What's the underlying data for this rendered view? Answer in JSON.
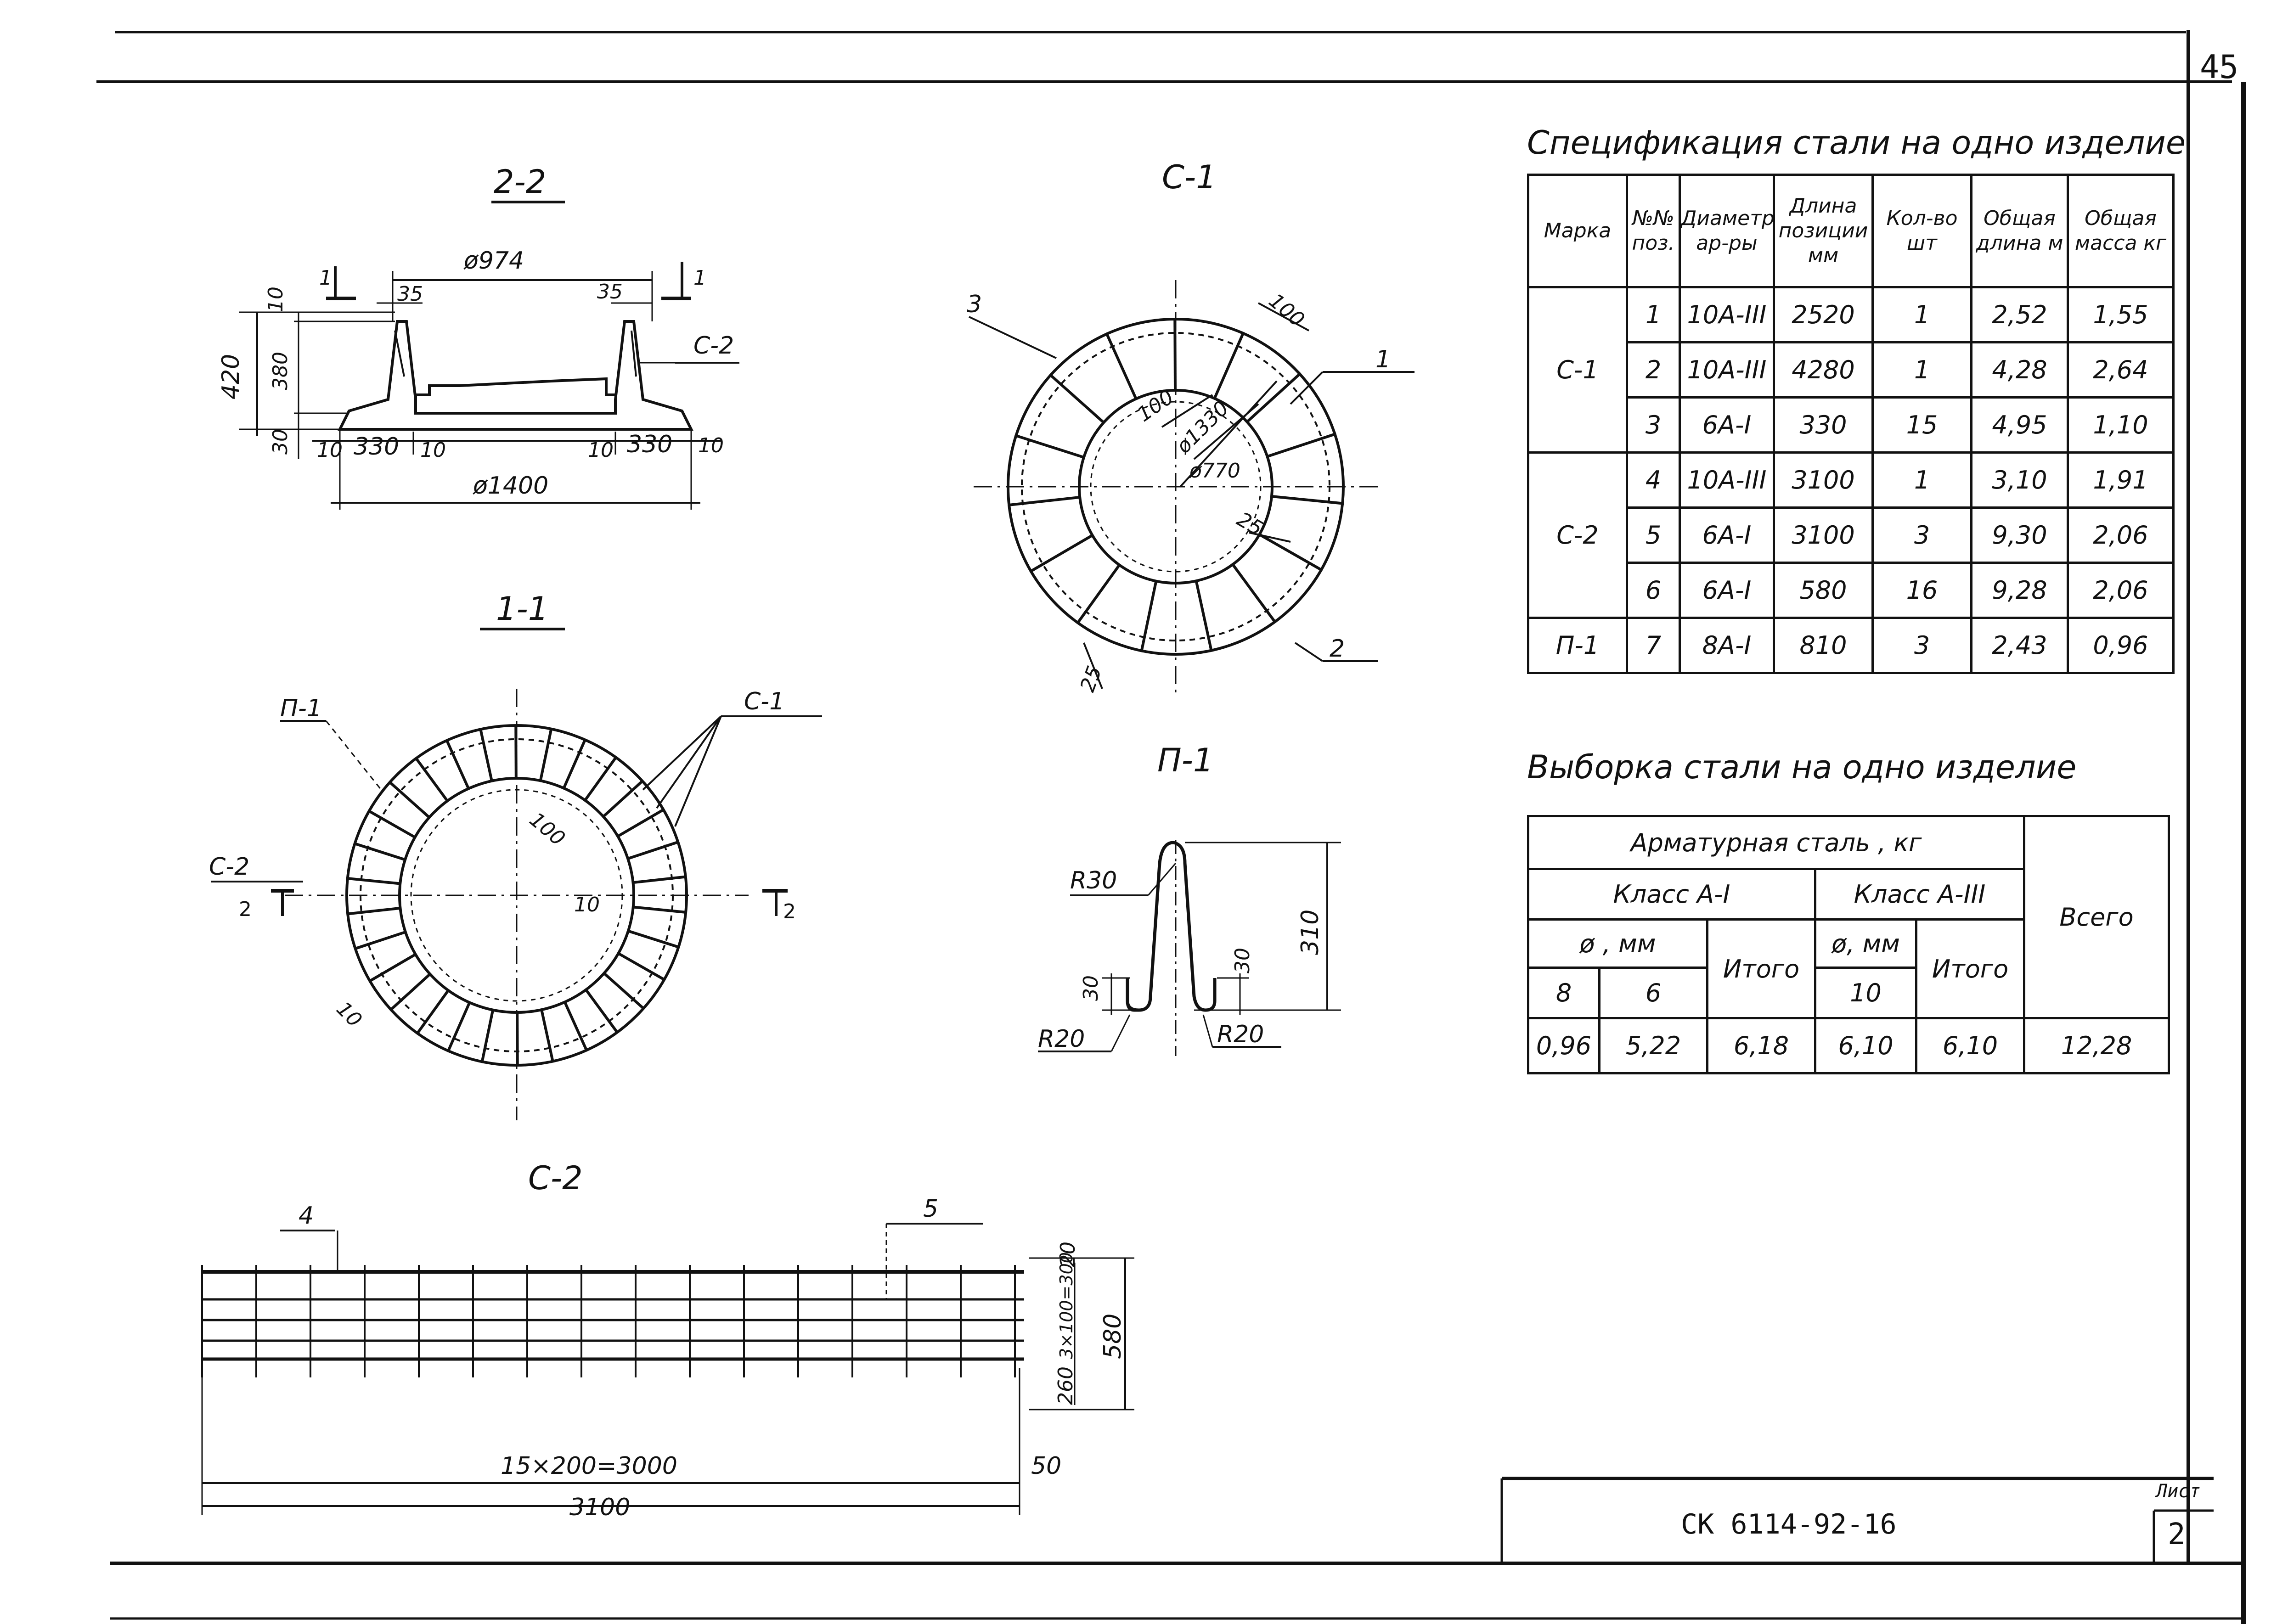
{
  "sheet_number_top": "45",
  "views": {
    "sec22": {
      "title": "2-2",
      "d_top": "ø974",
      "left_35": "35",
      "right_35": "35",
      "mark_c2": "С-2",
      "mark_11_left": "1",
      "mark_11_right": "1",
      "h_total": "420",
      "h_10": "10",
      "h_380": "380",
      "h_30": "30",
      "w_10a": "10",
      "w_330a": "330",
      "w_10b": "10",
      "w_10c": "10",
      "w_330b": "330",
      "w_10d": "10",
      "d_bottom": "ø1400"
    },
    "sec11": {
      "title": "1-1",
      "mark_p1": "П-1",
      "mark_c1": "С-1",
      "mark_c2": "С-2",
      "mark_2_left": "2",
      "mark_2_right": "2",
      "dim_100": "100",
      "dim_10a": "10",
      "dim_10b": "10"
    },
    "c1": {
      "title": "С-1",
      "pos3": "3",
      "pos1": "1",
      "pos2": "2",
      "dim_100_top": "100",
      "dim_100_in": "100",
      "d_1330": "ø1330",
      "d_770": "ø770",
      "dim_25a": "25",
      "dim_25b": "25"
    },
    "p1": {
      "title": "П-1",
      "r30": "R30",
      "dim_310": "310",
      "dim_30a": "30",
      "dim_30b": "30",
      "r20_left": "R20",
      "r20_right": "R20"
    },
    "c2": {
      "title": "С-2",
      "pos4": "4",
      "pos5": "5",
      "dim_20": "20",
      "dim_inner": "3×100=300",
      "dim_580": "580",
      "dim_260": "260",
      "span": "15×200=3000",
      "dim_50": "50",
      "total": "3100"
    }
  },
  "spec": {
    "title": "Спецификация стали на одно изделие",
    "headers": [
      "Марка",
      "№№ поз.",
      "Диаметр ар-ры",
      "Длина позиции мм",
      "Кол-во шт",
      "Общая длина м",
      "Общая масса кг"
    ],
    "rows": [
      {
        "mark": "С-1",
        "pos": "1",
        "dia": "10А-III",
        "len": "2520",
        "qty": "1",
        "tot_len": "2,52",
        "mass": "1,55"
      },
      {
        "mark": "",
        "pos": "2",
        "dia": "10А-III",
        "len": "4280",
        "qty": "1",
        "tot_len": "4,28",
        "mass": "2,64"
      },
      {
        "mark": "",
        "pos": "3",
        "dia": "6А-I",
        "len": "330",
        "qty": "15",
        "tot_len": "4,95",
        "mass": "1,10"
      },
      {
        "mark": "С-2",
        "pos": "4",
        "dia": "10А-III",
        "len": "3100",
        "qty": "1",
        "tot_len": "3,10",
        "mass": "1,91"
      },
      {
        "mark": "",
        "pos": "5",
        "dia": "6А-I",
        "len": "3100",
        "qty": "3",
        "tot_len": "9,30",
        "mass": "2,06"
      },
      {
        "mark": "",
        "pos": "6",
        "dia": "6А-I",
        "len": "580",
        "qty": "16",
        "tot_len": "9,28",
        "mass": "2,06"
      },
      {
        "mark": "П-1",
        "pos": "7",
        "dia": "8А-I",
        "len": "810",
        "qty": "3",
        "tot_len": "2,43",
        "mass": "0,96"
      }
    ]
  },
  "vyborka": {
    "title": "Выборка стали на одно изделие",
    "group": "Арматурная сталь , кг",
    "class1": "Класс А-I",
    "class3": "Класс А-III",
    "dia_mm": "ø , мм",
    "dia_mm2": "ø, мм",
    "itogo": "Итого",
    "vsego": "Всего",
    "d8": "8",
    "d6": "6",
    "d10": "10",
    "v8": "0,96",
    "v6": "5,22",
    "it1": "6,18",
    "v10": "6,10",
    "it2": "6,10",
    "total": "12,28"
  },
  "stamp": {
    "code": "СК 6114-92-16",
    "sheet_label": "Лист",
    "sheet_num": "2"
  }
}
